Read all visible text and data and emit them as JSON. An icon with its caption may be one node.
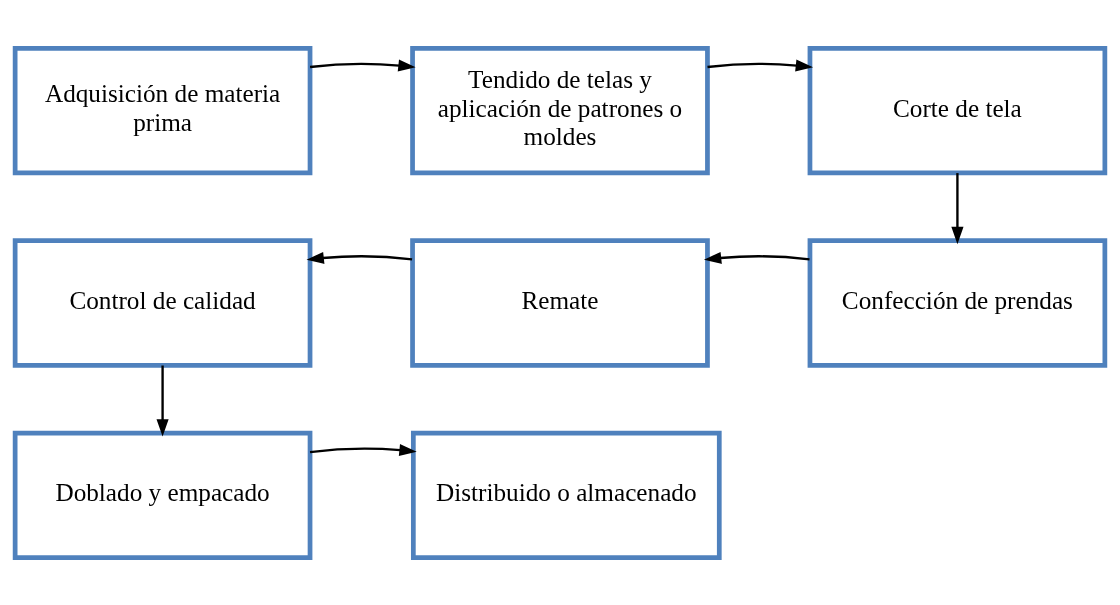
{
  "diagram": {
    "nodes": [
      {
        "text": [
          "Adquisición de materia prima"
        ]
      },
      {
        "text": [
          "Tendido de telas y aplicación de patrones o moldes"
        ]
      },
      {
        "text": [
          "Corte de tela"
        ]
      },
      {
        "text": [
          "Control de calidad"
        ]
      },
      {
        "text": [
          "Remate"
        ]
      },
      {
        "text": [
          "Confección de prendas"
        ]
      },
      {
        "text": [
          "Doblado y empacado"
        ]
      },
      {
        "text": [
          "Distribuido o almacenado"
        ]
      }
    ],
    "edges": [
      {
        "from": 0,
        "to": 1,
        "arrow": "to"
      },
      {
        "from": 1,
        "to": 2,
        "arrow": "to"
      },
      {
        "from": 2,
        "to": 5,
        "arrow": "to"
      },
      {
        "from": 5,
        "to": 4,
        "arrow": "to"
      },
      {
        "from": 4,
        "to": 3,
        "arrow": "to"
      },
      {
        "from": 3,
        "to": 6,
        "arrow": "to"
      },
      {
        "from": 6,
        "to": 7,
        "arrow": "to"
      }
    ]
  }
}
